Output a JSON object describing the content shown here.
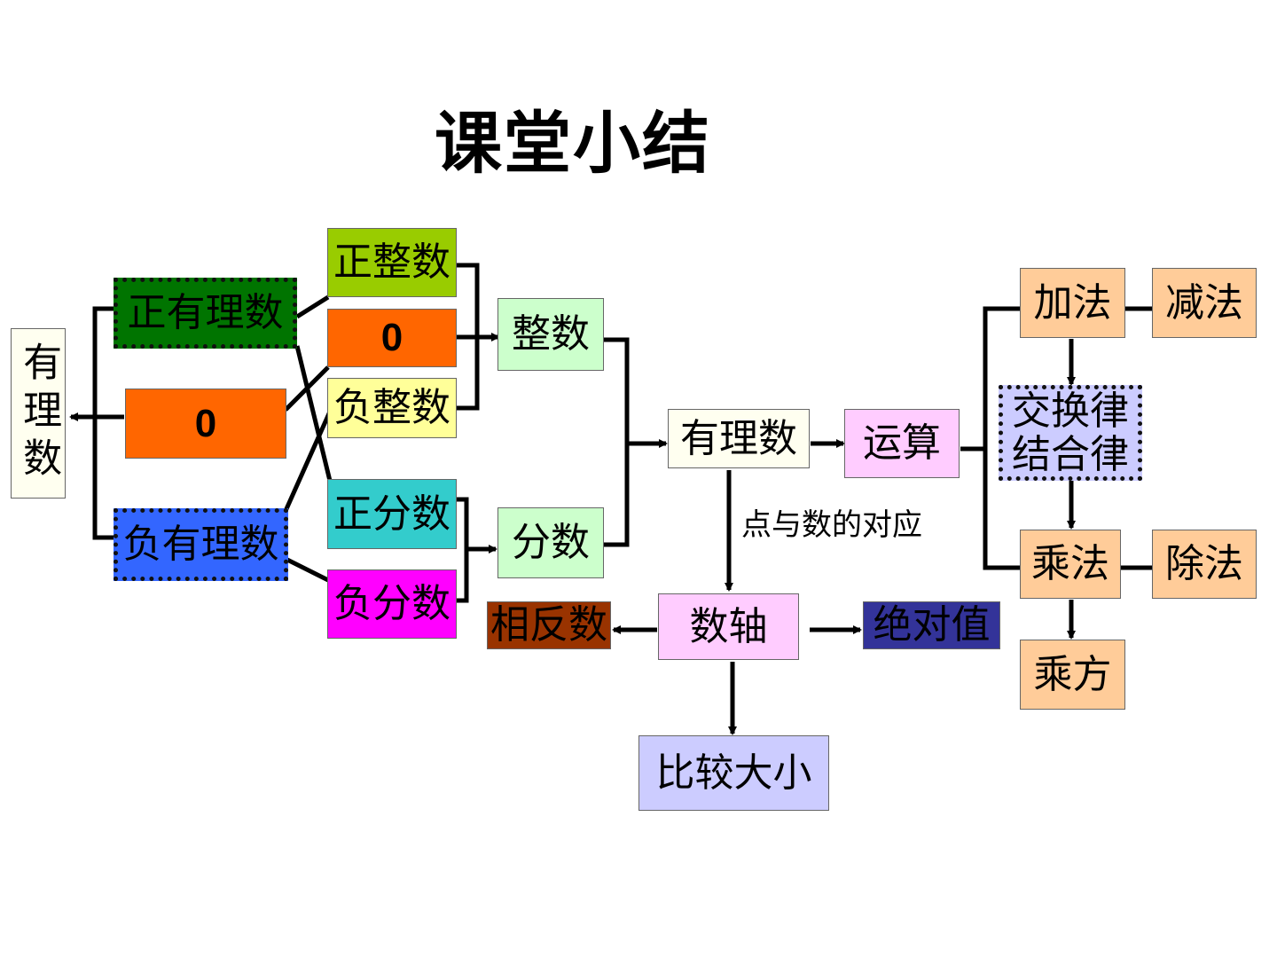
{
  "title": "课堂小结",
  "boxes": {
    "rational_left": "有理数",
    "pos_rational": "正有理数",
    "zero_mid": "0",
    "neg_rational": "负有理数",
    "pos_integer": "正整数",
    "zero_top": "0",
    "neg_integer": "负整数",
    "pos_fraction": "正分数",
    "neg_fraction": "负分数",
    "integer": "整数",
    "fraction": "分数",
    "rational_center": "有理数",
    "operation": "运算",
    "addition": "加法",
    "subtraction": "减法",
    "laws_line1": "交换律",
    "laws_line2": "结合律",
    "multiplication": "乘法",
    "division": "除法",
    "power": "乘方",
    "number_line": "数轴",
    "opposite": "相反数",
    "absolute_value": "绝对值",
    "compare": "比较大小"
  },
  "edge_label": "点与数的对应",
  "colors": {
    "green_dark": "#007400",
    "orange": "#ff6600",
    "blue": "#3366ff",
    "lime": "#99cc00",
    "light_yellow": "#ffff99",
    "teal": "#33cccc",
    "magenta": "#ff00ff",
    "light_green": "#ccffcc",
    "ivory": "#fffff0",
    "pink": "#ffccff",
    "peach": "#ffcc99",
    "lavender": "#ccccff",
    "brown": "#993300",
    "navy": "#333399"
  }
}
